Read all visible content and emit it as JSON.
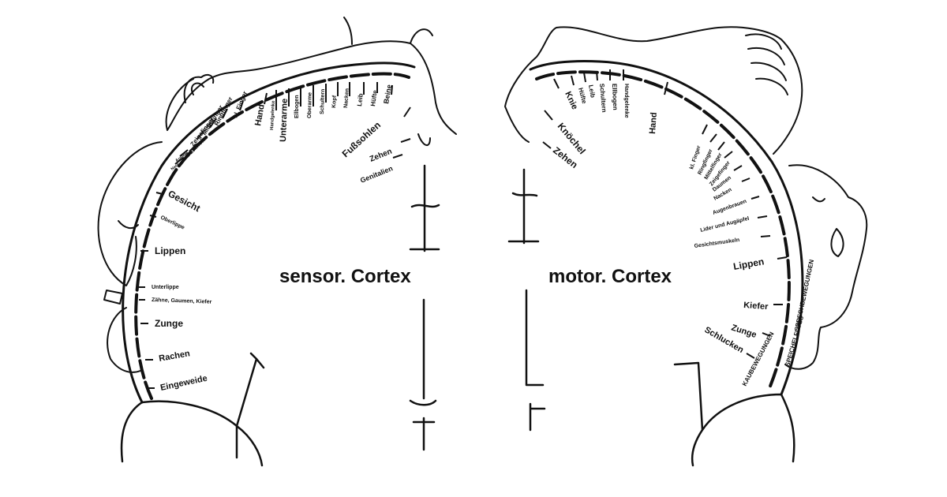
{
  "sensory": {
    "title": "sensor. Cortex",
    "labels": [
      "Genitalien",
      "Zehen",
      "Fußsohlen",
      "Beine",
      "Hüfte",
      "Leib",
      "Nacken",
      "Kopf",
      "Schultern",
      "Oberarme",
      "Ellbogen",
      "Unterarme",
      "Handgelenke",
      "Hand",
      "kl. Finger",
      "Ringfinger",
      "Mittelfinger",
      "Zeigefinger",
      "Daumen",
      "Augen",
      "Nase",
      "Gesicht",
      "Oberlippe",
      "Lippen",
      "Unterlippe",
      "Zähne, Gaumen, Kiefer",
      "Zunge",
      "Rachen",
      "Eingeweide"
    ]
  },
  "motor": {
    "title": "motor. Cortex",
    "labels": [
      "Zehen",
      "Knöchel",
      "Knie",
      "Hüfte",
      "Leib",
      "Schultern",
      "Ellbogen",
      "Handgelenke",
      "Hand",
      "kl. Finger",
      "Ringfinger",
      "Mittelfinger",
      "Zeigefinger",
      "Daumen",
      "Nacken",
      "Augenbrauen",
      "Lider und Augäpfel",
      "Gesichtsmuskeln",
      "Lippen",
      "Kiefer",
      "Zunge",
      "Schlucken"
    ],
    "arc_labels": [
      "SPRECHBEWEGUNGEN",
      "SPEICHELFLUSS",
      "KAUBEWEGUNGEN"
    ]
  }
}
